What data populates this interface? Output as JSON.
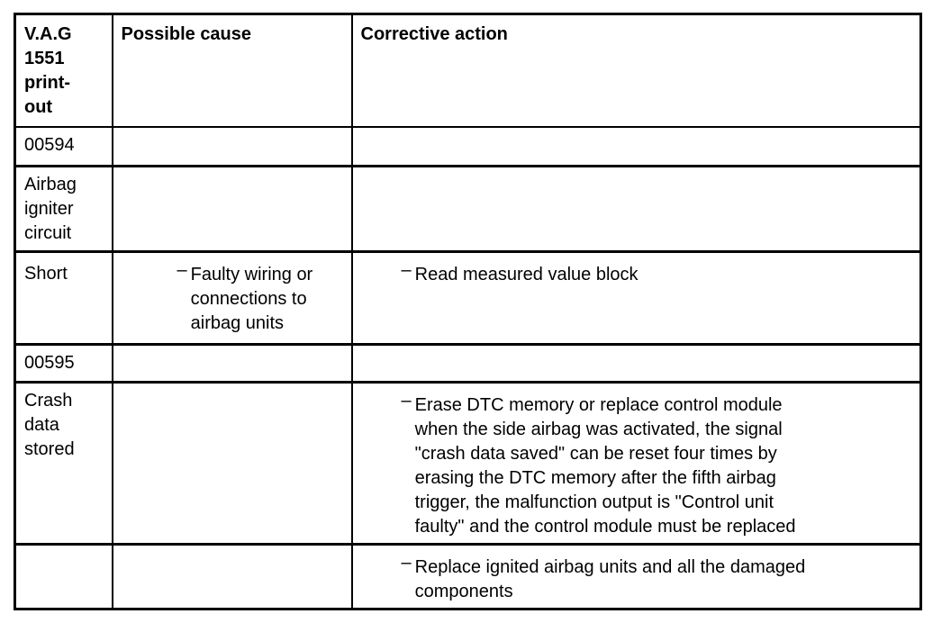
{
  "table": {
    "bullet_glyph": "–",
    "colors": {
      "border": "#000000",
      "text": "#000000",
      "background": "#ffffff"
    },
    "columns": [
      {
        "label": "V.A.G\n1551\nprint-\nout"
      },
      {
        "label": "Possible cause"
      },
      {
        "label": "Corrective action"
      }
    ],
    "rows": [
      {
        "printout": "00594",
        "cause_items": [],
        "action_items": []
      },
      {
        "printout": "Airbag\nigniter\ncircuit",
        "cause_items": [],
        "action_items": []
      },
      {
        "printout": "Short",
        "cause_items": [
          "Faulty wiring or\nconnections to\nairbag units"
        ],
        "action_items": [
          "Read measured value block"
        ]
      },
      {
        "printout": "00595",
        "cause_items": [],
        "action_items": []
      },
      {
        "printout": "Crash\ndata\nstored",
        "cause_items": [],
        "action_items": [
          "Erase DTC memory or replace control module\nwhen the side airbag was activated, the signal\n\"crash data saved\" can be reset four times by\nerasing the DTC memory after the fifth airbag\ntrigger, the malfunction output is \"Control unit\nfaulty\" and the control module must be replaced"
        ]
      },
      {
        "printout": "",
        "cause_items": [],
        "action_items": [
          "Replace ignited airbag units and all the damaged\ncomponents"
        ]
      }
    ]
  }
}
